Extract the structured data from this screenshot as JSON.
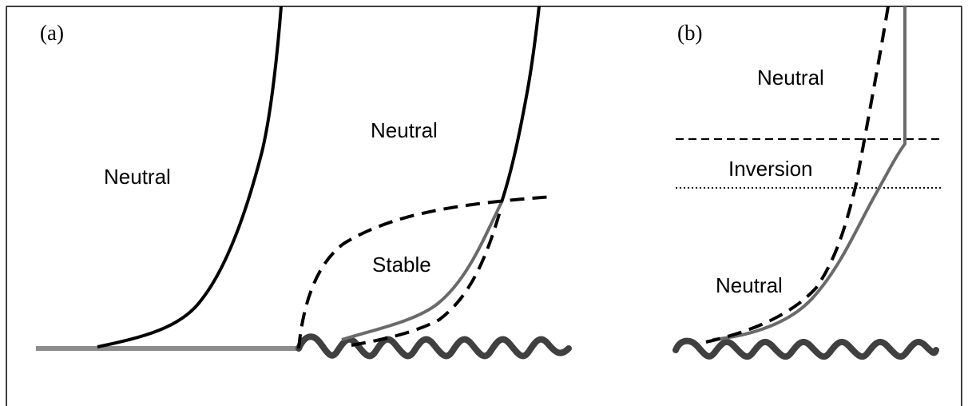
{
  "panels": {
    "a": {
      "label": "(a)",
      "regions": {
        "neutral_left": "Neutral",
        "neutral_right": "Neutral",
        "stable": "Stable"
      }
    },
    "b": {
      "label": "(b)",
      "regions": {
        "neutral_upper": "Neutral",
        "inversion": "Inversion",
        "neutral_lower": "Neutral"
      }
    }
  },
  "colors": {
    "frame": "#000000",
    "profile": "#000000",
    "profile_gray": "#6a6a6a",
    "land_surface": "#8c8c8c",
    "water_surface": "#404040"
  }
}
